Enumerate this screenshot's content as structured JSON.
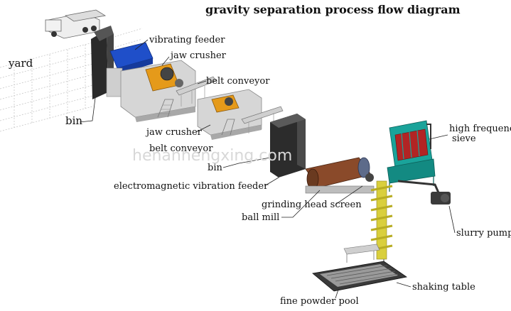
{
  "title": "gravity separation process flow diagram",
  "watermark": "henanhengxing.com",
  "labels": {
    "yard": "yard",
    "bin_left": "bin",
    "vibrating_feeder": "vibrating feeder",
    "jaw_crusher_1": "jaw crusher",
    "belt_conveyor_1": "belt conveyor",
    "jaw_crusher_2": "jaw crusher",
    "belt_conveyor_2": "belt conveyor",
    "bin_mid": "bin",
    "em_vibration_feeder": "electromagnetic vibration feeder",
    "grinding_head_screen": "grinding head screen",
    "ball_mill": "ball mill",
    "high_frequency_sieve_1": "high frequency",
    "high_frequency_sieve_2": "sieve",
    "slurry_pump": "slurry pump",
    "shaking_table": "shaking table",
    "fine_powder_pool": "fine powder pool"
  },
  "colors": {
    "feeder_blue": "#1f4fc9",
    "crusher_orange": "#e59a1a",
    "sieve_teal": "#1aa39a",
    "mill_brown": "#8a4a2a",
    "spiral_yellow": "#d9cf3c",
    "machine_grey": "#bfbfbf",
    "dark": "#222222"
  }
}
